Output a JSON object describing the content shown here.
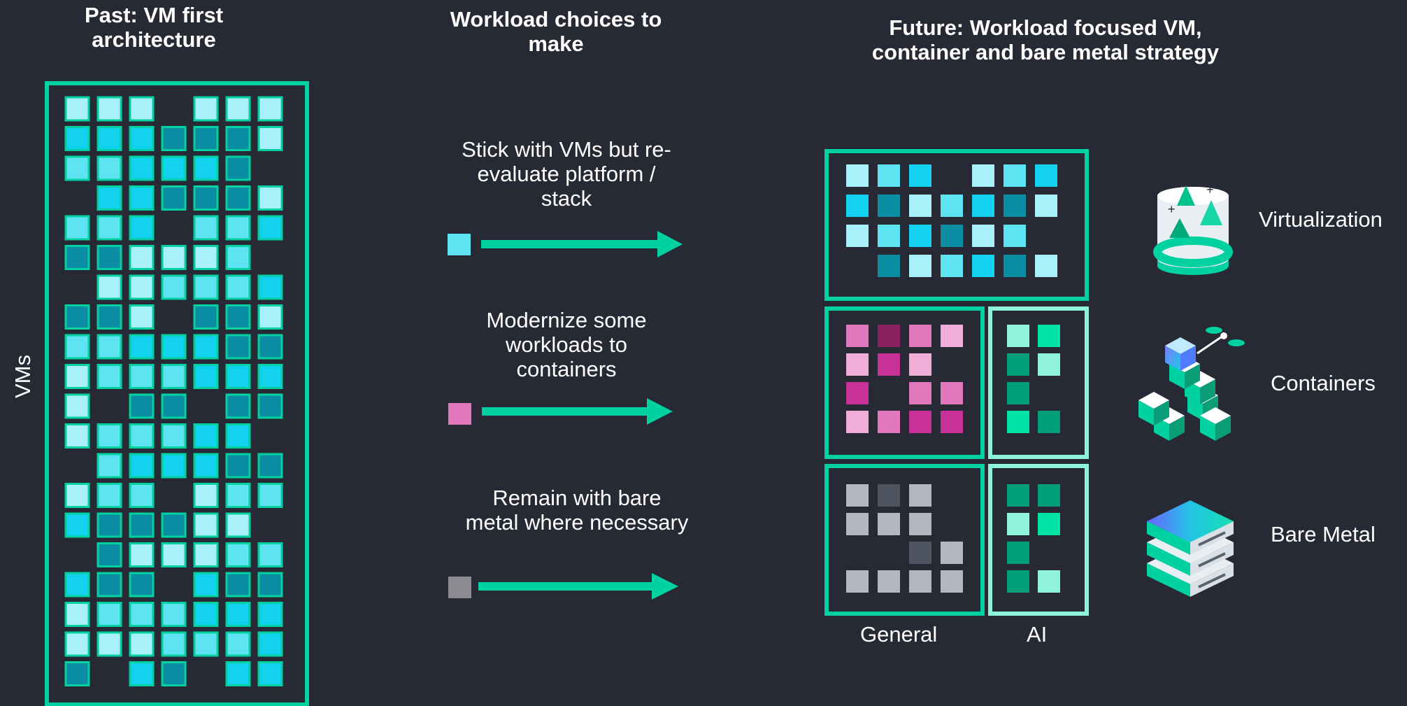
{
  "headings": {
    "past": "Past: VM first architecture",
    "choices": "Workload choices to make",
    "future": "Future: Workload focused VM, container and bare metal strategy"
  },
  "axis_label": "VMs",
  "choices": [
    {
      "text": "Stick with VMs but re-evaluate platform / stack",
      "color": "#5ee3f3"
    },
    {
      "text": "Modernize some workloads to containers",
      "color": "#e178bd"
    },
    {
      "text": "Remain with bare metal where necessary",
      "color": "#898b90"
    }
  ],
  "column_labels": {
    "general": "General",
    "ai": "AI"
  },
  "strategies": [
    {
      "label": "Virtualization",
      "icon": "virtualization-icon"
    },
    {
      "label": "Containers",
      "icon": "containers-icon"
    },
    {
      "label": "Bare Metal",
      "icon": "bare-metal-icon"
    }
  ],
  "colors": {
    "background": "#272a34",
    "accent_green": "#00d1a0",
    "accent_light_green": "#8ef3d8",
    "vm_teal": [
      "#a8f1fb",
      "#5ee3f3",
      "#12d2ef",
      "#0b8ea3"
    ],
    "container_pink": [
      "#e178bd",
      "#8a2160",
      "#c8309a",
      "#eeaed8"
    ],
    "bare_metal_gray": [
      "#b3b7bf",
      "#4e5560"
    ],
    "ai_green": [
      "#8ef3d8",
      "#00e3a5",
      "#009e7a"
    ]
  }
}
